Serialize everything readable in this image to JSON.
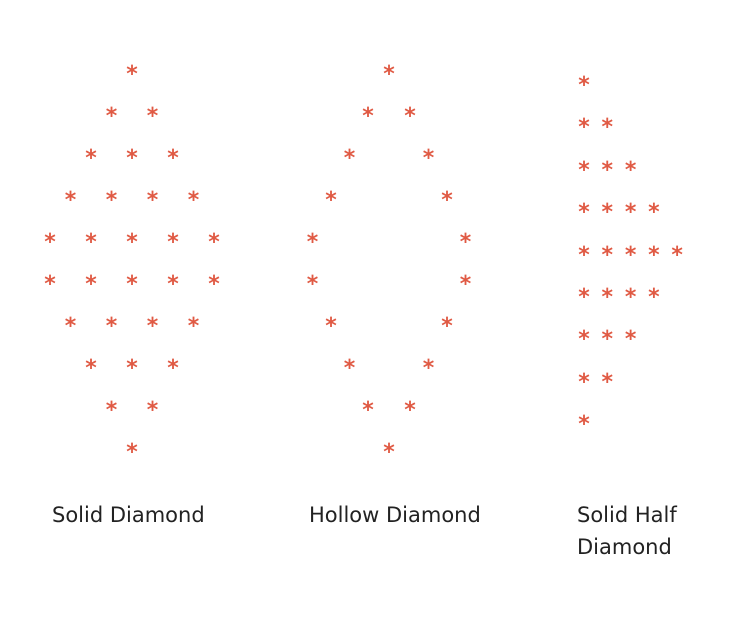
{
  "symbol": "*",
  "colors": {
    "star": "#e05a44",
    "label": "#222222"
  },
  "patterns": [
    {
      "id": "solid-diamond",
      "label": "Solid Diamond",
      "rows": [
        1,
        2,
        3,
        4,
        5,
        5,
        4,
        3,
        2,
        1
      ],
      "kind": "solid"
    },
    {
      "id": "hollow-diamond",
      "label": "Hollow Diamond",
      "rows": [
        1,
        2,
        2,
        2,
        2,
        2,
        2,
        2,
        2,
        1
      ],
      "kind": "hollow"
    },
    {
      "id": "solid-half-diamond",
      "label_lines": [
        "Solid Half",
        "Diamond"
      ],
      "rows": [
        1,
        2,
        3,
        4,
        5,
        4,
        3,
        2,
        1
      ],
      "kind": "half"
    }
  ]
}
